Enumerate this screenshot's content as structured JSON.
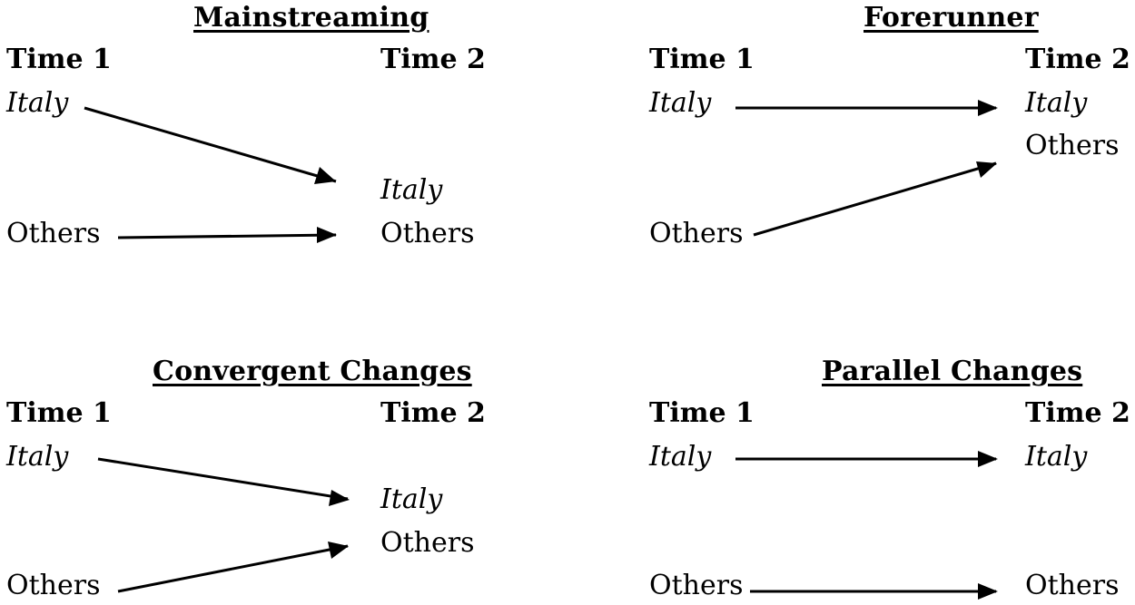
{
  "panels": {
    "mainstreaming": {
      "title": "Mainstreaming",
      "time1": "Time 1",
      "time2": "Time 2",
      "left_top": "Italy",
      "left_bottom": "Others",
      "right_top": "Italy",
      "right_bottom": "Others"
    },
    "forerunner": {
      "title": "Forerunner",
      "time1": "Time 1",
      "time2": "Time 2",
      "left_top": "Italy",
      "left_bottom": "Others",
      "right_top": "Italy",
      "right_bottom": "Others"
    },
    "convergent": {
      "title": "Convergent Changes",
      "time1": "Time 1",
      "time2": "Time 2",
      "left_top": "Italy",
      "left_bottom": "Others",
      "right_top": "Italy",
      "right_bottom": "Others"
    },
    "parallel": {
      "title": "Parallel Changes",
      "time1": "Time 1",
      "time2": "Time 2",
      "left_top": "Italy",
      "left_bottom": "Others",
      "right_top": "Italy",
      "right_bottom": "Others"
    }
  },
  "colors": {
    "text": "#000000",
    "background": "#ffffff"
  }
}
